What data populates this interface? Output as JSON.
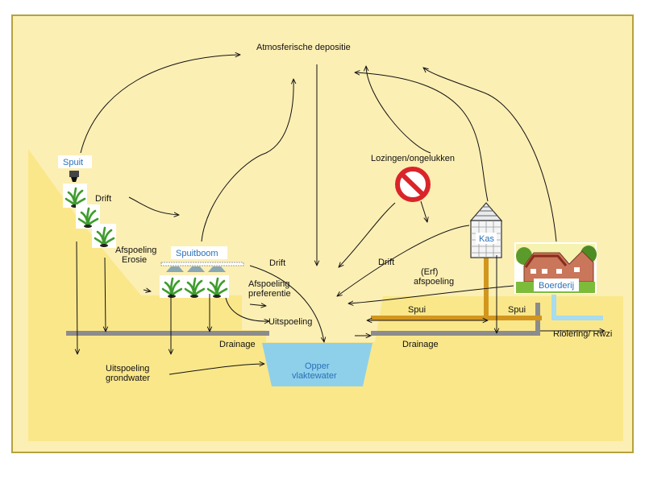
{
  "labels": {
    "atmos": "Atmosferische  depositie",
    "spuit": "Spuit",
    "drift_left": "Drift",
    "afspoeling": "Afspoeling",
    "erosie": "Erosie",
    "spuitboom": "Spuitboom",
    "drift_mid": "Drift",
    "afspoeling_pref_1": "Afspoeling",
    "afspoeling_pref_2": "preferentie",
    "uitspoeling": "Uitspoeling",
    "drainage_left": "Drainage",
    "uitspoeling_gw_1": "Uitspoeling",
    "uitspoeling_gw_2": "grondwater",
    "water_1": "Opper",
    "water_2": "vlaktewater",
    "lozingen": "Lozingen/ongelukken",
    "kas": "Kas",
    "drift_right": "Drift",
    "erf_1": "(Erf)",
    "erf_2": "afspoeling",
    "boerderij": "Boerderij",
    "spui_1": "Spui",
    "spui_2": "Spui",
    "drainage_right": "Drainage",
    "riolering": "Riolering/ Rwzi"
  },
  "colors": {
    "background": "#fcefb4",
    "soil": "#fae78a",
    "frame": "#b5a23c",
    "water": "#8ed0ea",
    "pipe_grey": "#8c8c8c",
    "pipe_orange": "#d2961e",
    "sewer": "#a8dcee",
    "label_blue": "#2a70b8",
    "no_sign": "#d9252a"
  }
}
